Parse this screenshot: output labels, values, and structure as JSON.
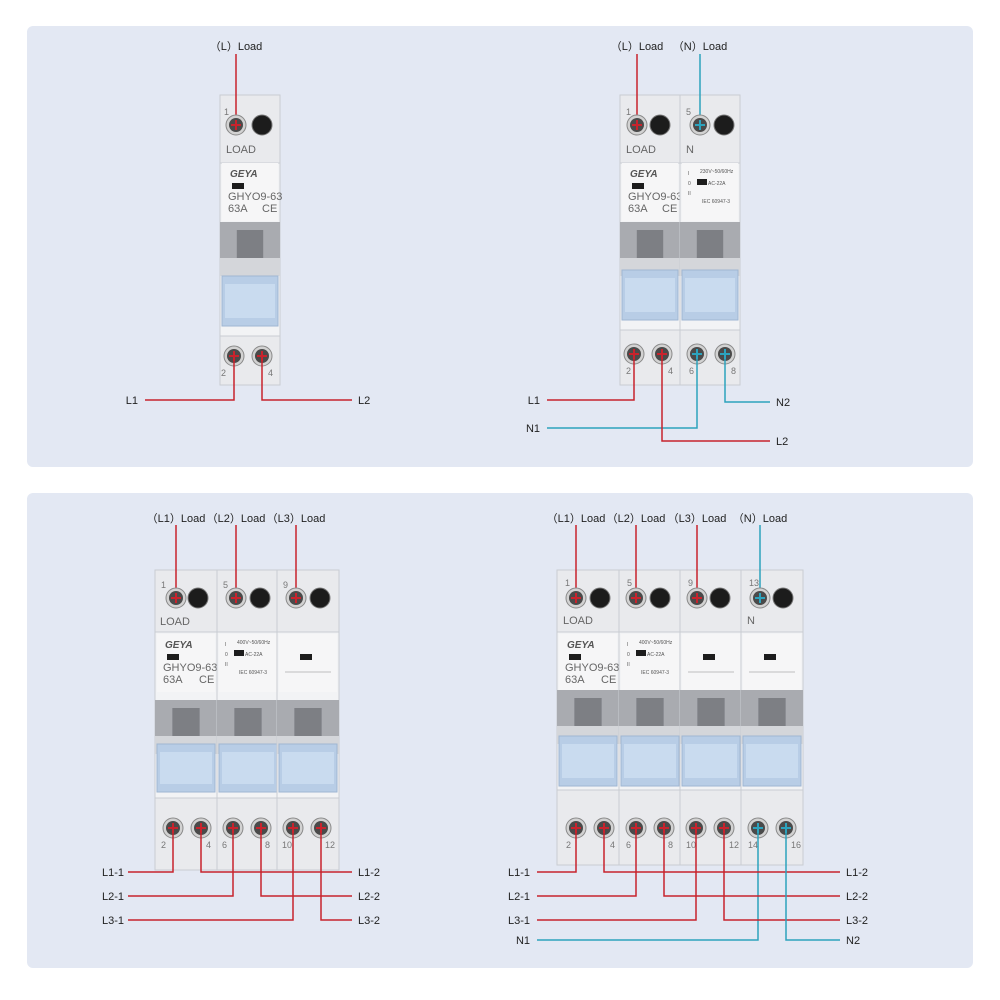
{
  "brand": "GEYA",
  "model": "GHYO9-63",
  "rating": "63A",
  "ce_mark": "CE",
  "load_text": "LOAD",
  "neutral_text": "N",
  "spec_1p": "230V~50/60Hz",
  "spec_3p": "400V~50/60Hz",
  "category": "AC-22A",
  "standard": "IEC 60947-3",
  "switch_positions": [
    "I",
    "0",
    "II"
  ],
  "colors": {
    "panel": "#e3e8f3",
    "line": "#c8232c",
    "neutral": "#2ca3bd"
  },
  "diagrams": {
    "1p": {
      "top_labels": [
        "（L）Load"
      ],
      "top_numbers": [
        "1"
      ],
      "bottom_numbers": [
        "2",
        "4"
      ],
      "side_labels": [
        "L1",
        "L2"
      ]
    },
    "1pn": {
      "top_labels": [
        "（L）Load",
        "（N）Load"
      ],
      "top_numbers": [
        "1",
        "5"
      ],
      "bottom_numbers": [
        "2",
        "4",
        "6",
        "8"
      ],
      "side_labels": [
        "L1",
        "N1",
        "N2",
        "L2"
      ]
    },
    "3p": {
      "top_labels": [
        "（L1）Load",
        "（L2）Load",
        "（L3）Load"
      ],
      "top_numbers": [
        "1",
        "5",
        "9"
      ],
      "bottom_numbers": [
        "2",
        "4",
        "6",
        "8",
        "10",
        "12"
      ],
      "side_labels": [
        "L1-1",
        "L2-1",
        "L3-1",
        "L1-2",
        "L2-2",
        "L3-2"
      ]
    },
    "3pn": {
      "top_labels": [
        "（L1）Load",
        "（L2）Load",
        "（L3）Load",
        "（N）Load"
      ],
      "top_numbers": [
        "1",
        "5",
        "9",
        "13"
      ],
      "bottom_numbers": [
        "2",
        "4",
        "6",
        "8",
        "10",
        "12",
        "14",
        "16"
      ],
      "side_labels": [
        "L1-1",
        "L2-1",
        "L3-1",
        "N1",
        "L1-2",
        "L2-2",
        "L3-2",
        "N2"
      ]
    }
  }
}
